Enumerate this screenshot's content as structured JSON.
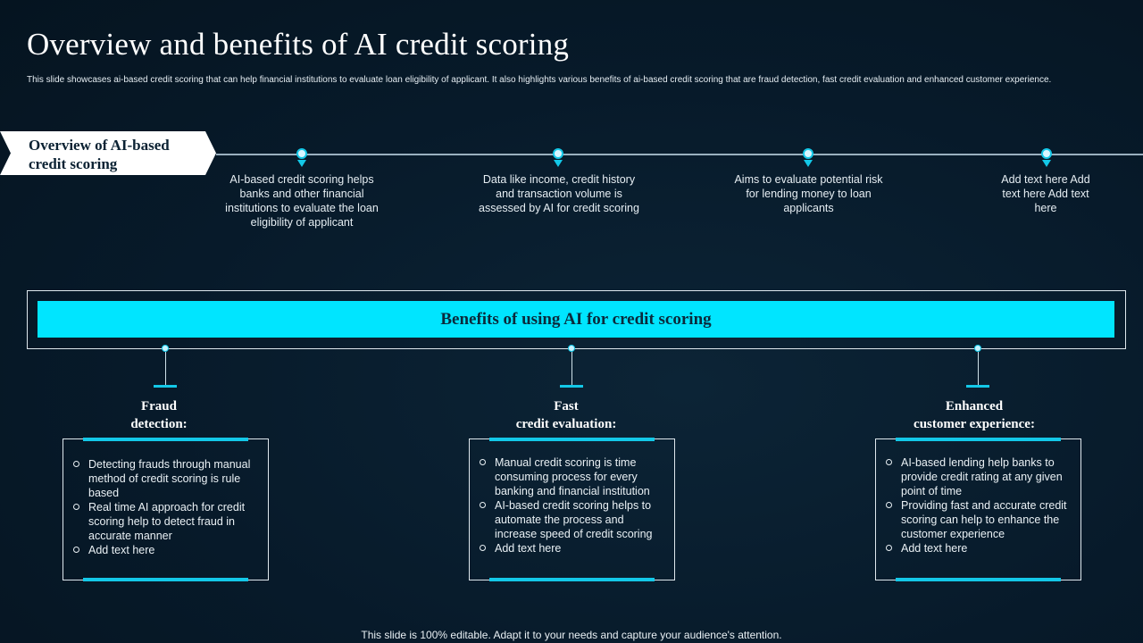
{
  "slide": {
    "title": "Overview and benefits of AI credit scoring",
    "subtitle": "This slide showcases ai-based credit scoring that can help financial institutions to evaluate loan eligibility of applicant. It also highlights various benefits of ai-based credit scoring that are fraud detection, fast credit evaluation and enhanced customer experience."
  },
  "overview": {
    "label_line1": "Overview of AI-based",
    "label_line2": "credit scoring",
    "items": [
      {
        "text": "AI-based credit scoring helps banks and other financial institutions to evaluate the loan eligibility of applicant"
      },
      {
        "text": "Data like income, credit history and transaction volume is assessed by AI for credit scoring"
      },
      {
        "text": "Aims to evaluate potential risk for lending money to loan applicants"
      },
      {
        "text": "Add text here Add text here Add text here"
      }
    ]
  },
  "benefits": {
    "banner": "Benefits of using AI for credit scoring",
    "columns": [
      {
        "head_line1": "Fraud",
        "head_line2": "detection:",
        "points": [
          "Detecting frauds through manual method of credit scoring is rule based",
          "Real time AI approach for credit scoring help to detect fraud in accurate manner",
          "Add text here"
        ]
      },
      {
        "head_line1": "Fast",
        "head_line2": "credit evaluation:",
        "points": [
          "Manual credit scoring is time consuming process for every banking and financial institution",
          "AI-based credit scoring helps to automate the process and increase speed of credit scoring",
          "Add text here"
        ]
      },
      {
        "head_line1": "Enhanced",
        "head_line2": "customer experience:",
        "points": [
          "AI-based lending help banks to provide credit rating at any given point of time",
          "Providing fast and accurate credit scoring can help to enhance the customer experience",
          "Add text here"
        ]
      }
    ]
  },
  "footer": "This slide is 100% editable. Adapt it to your needs and capture your audience's attention.",
  "colors": {
    "accent": "#00e5ff",
    "background": "#071a2a"
  }
}
